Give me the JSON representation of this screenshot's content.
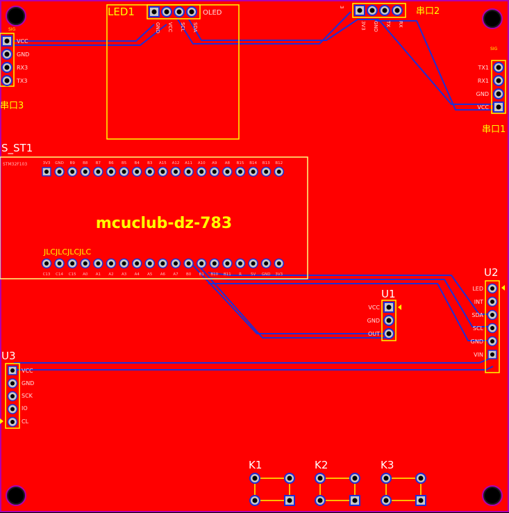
{
  "colors": {
    "board": "#ff0000",
    "outline": "#b000b0",
    "silk": "#ffff00",
    "trace_blue": "#1e2fd6",
    "pad": "#c8c8c8",
    "hole": "#000000"
  },
  "board_title": "mcuclub-dz-783",
  "components": {
    "led1": {
      "ref": "LED1",
      "label": "OLED",
      "pins": [
        "GND",
        "VCC",
        "SCL",
        "SDA"
      ]
    },
    "serial2": {
      "ref": "串口2",
      "pin_hint": "3",
      "pins": [
        "3V3",
        "GND",
        "TX",
        "RX"
      ]
    },
    "serial3": {
      "ref": "串口3",
      "header": "SIG",
      "pins": [
        "VCC",
        "GND",
        "RX3",
        "TX3"
      ]
    },
    "serial1": {
      "ref": "串口1",
      "header": "SIG",
      "pins": [
        "TX1",
        "RX1",
        "GND",
        "VCC"
      ]
    },
    "st1": {
      "ref": "S_ST1",
      "top_tag": "STM32F103",
      "pad_marks": "JLCJLCJLCJLC",
      "top_pins": [
        "3V3",
        "GND",
        "B9",
        "B8",
        "B7",
        "B6",
        "B5",
        "B4",
        "B3",
        "A15",
        "A12",
        "A11",
        "A10",
        "A9",
        "A8",
        "B15",
        "B14",
        "B13",
        "B12"
      ],
      "bottom_pins": [
        "C13",
        "C14",
        "C15",
        "A0",
        "A1",
        "A2",
        "A3",
        "A4",
        "A5",
        "A6",
        "A7",
        "B0",
        "B1",
        "B10",
        "B11",
        "R",
        "5V",
        "GND",
        "3V3"
      ]
    },
    "u1": {
      "ref": "U1",
      "pins": [
        "VCC",
        "GND",
        "OUT"
      ]
    },
    "u2": {
      "ref": "U2",
      "pins": [
        "LED",
        "INT",
        "SDA",
        "SCL",
        "GND",
        "VIN"
      ]
    },
    "u3": {
      "ref": "U3",
      "pins": [
        "VCC",
        "GND",
        "SCK",
        "IO",
        "CL"
      ]
    },
    "keys": [
      "K1",
      "K2",
      "K3"
    ]
  }
}
